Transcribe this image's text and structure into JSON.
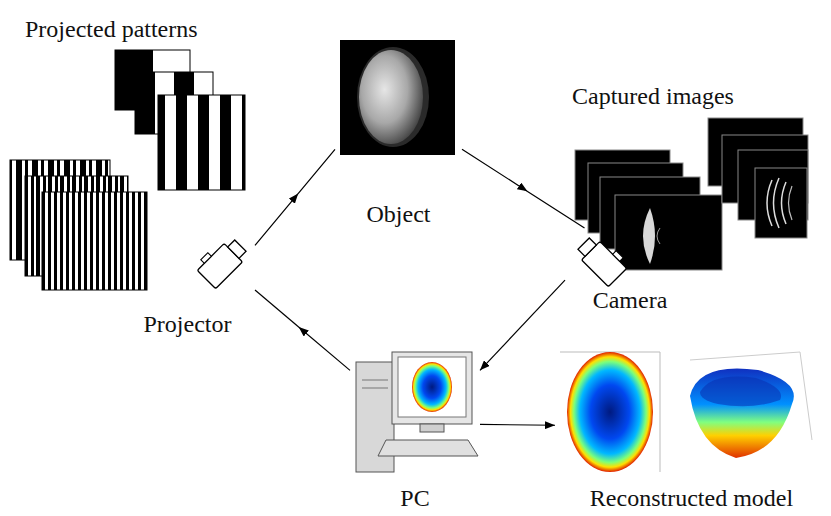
{
  "diagram": {
    "nodes": [
      {
        "text": [
          "Projected patterns"
        ]
      },
      {
        "text": [
          "Object"
        ]
      },
      {
        "text": [
          "Captured images"
        ]
      },
      {
        "text": [
          "Projector"
        ]
      },
      {
        "text": [
          "Camera"
        ]
      },
      {
        "text": [
          "PC"
        ]
      },
      {
        "text": [
          "Reconstructed model"
        ]
      }
    ],
    "edges": [
      {
        "from": 3,
        "to": 1,
        "arrow": "to"
      },
      {
        "from": 1,
        "to": 4,
        "arrow": "to"
      },
      {
        "from": 4,
        "to": 5,
        "arrow": "to"
      },
      {
        "from": 5,
        "to": 3,
        "arrow": "to"
      },
      {
        "from": 5,
        "to": 6,
        "arrow": "to"
      }
    ]
  }
}
